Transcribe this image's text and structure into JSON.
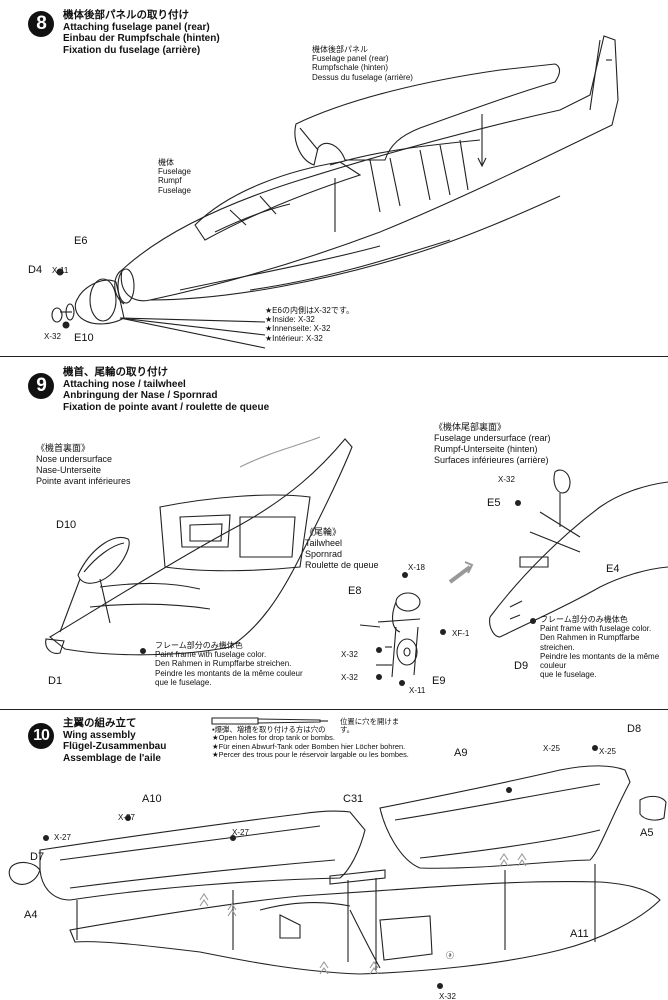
{
  "step8": {
    "number": "8",
    "title": {
      "jp": "機体後部パネルの取り付け",
      "en": "Attaching fuselage panel (rear)",
      "de": "Einbau der Rumpfschale (hinten)",
      "fr": "Fixation du fuselage (arrière)"
    },
    "panel_callout": [
      "機体後部パネル",
      "Fuselage panel (rear)",
      "Rumpfschale (hinten)",
      "Dessus du fuselage (arrière)"
    ],
    "fuselage_callout": [
      "機体",
      "Fuselage",
      "Rumpf",
      "Fuselage"
    ],
    "parts": {
      "e6": "E6",
      "d4": "D4",
      "e10": "E10",
      "x11": "X-11",
      "x32": "X-32"
    },
    "paint_note": [
      "★E6の内側はX-32です。",
      "★Inside: X-32",
      "★Innenseite: X-32",
      "★Intérieur: X-32"
    ]
  },
  "step9": {
    "number": "9",
    "title": {
      "jp": "機首、尾輪の取り付け",
      "en": "Attaching nose / tailwheel",
      "de": "Anbringung der Nase / Spornrad",
      "fr": "Fixation de pointe avant / roulette de queue"
    },
    "nose_callout": [
      "《機首裏面》",
      "Nose undersurface",
      "Nase-Unterseite",
      "Pointe avant inférieures"
    ],
    "tailwheel_callout": [
      "《尾輪》",
      "Tailwheel",
      "Spornrad",
      "Roulette de queue"
    ],
    "rear_callout": [
      "《機体尾部裏面》",
      "Fuselage undersurface (rear)",
      "Rumpf-Unterseite (hinten)",
      "Surfaces inférieures (arrière)"
    ],
    "frame_note": [
      "フレーム部分のみ機体色",
      "Paint frame with fuselage color.",
      "Den Rahmen in Rumpffarbe streichen.",
      "Peindre les montants de la même couleur",
      "que le fuselage."
    ],
    "frame_note_right": [
      "フレーム部分のみ機体色",
      "Paint frame with fuselage color.",
      "Den Rahmen in Rumpffarbe streichen.",
      "Peindre les montants de la même couleur",
      "que le fuselage."
    ],
    "parts": {
      "d10": "D10",
      "d1": "D1",
      "e8": "E8",
      "e9": "E9",
      "x18": "X-18",
      "xf1": "XF-1",
      "x32a": "X-32",
      "x32b": "X-32",
      "x11": "X-11",
      "e5": "E5",
      "e4": "E4",
      "d9": "D9",
      "x32c": "X-32"
    }
  },
  "step10": {
    "number": "10",
    "title": {
      "jp": "主翼の組み立て",
      "en": "Wing assembly",
      "de": "Flügel-Zusammenbau",
      "fr": "Assemblage de l'aile"
    },
    "drill_note": [
      "▪爆弾、増槽を取り付ける方は穴の",
      "位置に穴を開けます。",
      "★Open holes for drop tank or bombs.",
      "★Für einen Abwurf-Tank oder Bomben hier Löcher bohren.",
      "★Percer des trous pour le réservoir largable ou les bombes."
    ],
    "parts": {
      "d7": "D7",
      "a4": "A4",
      "a10": "A10",
      "c31": "C31",
      "a9": "A9",
      "d8": "D8",
      "a5": "A5",
      "a11": "A11",
      "x27a": "X-27",
      "x27b": "X-27",
      "x27c": "X-27",
      "x25a": "X-25",
      "x25b": "X-25",
      "x32": "X-32",
      "hole": "ⓐ"
    }
  },
  "icons": {
    "step_badge": "filled-circle-number",
    "arrow": "hatched-arrow",
    "drill": "drill-bit-icon"
  }
}
